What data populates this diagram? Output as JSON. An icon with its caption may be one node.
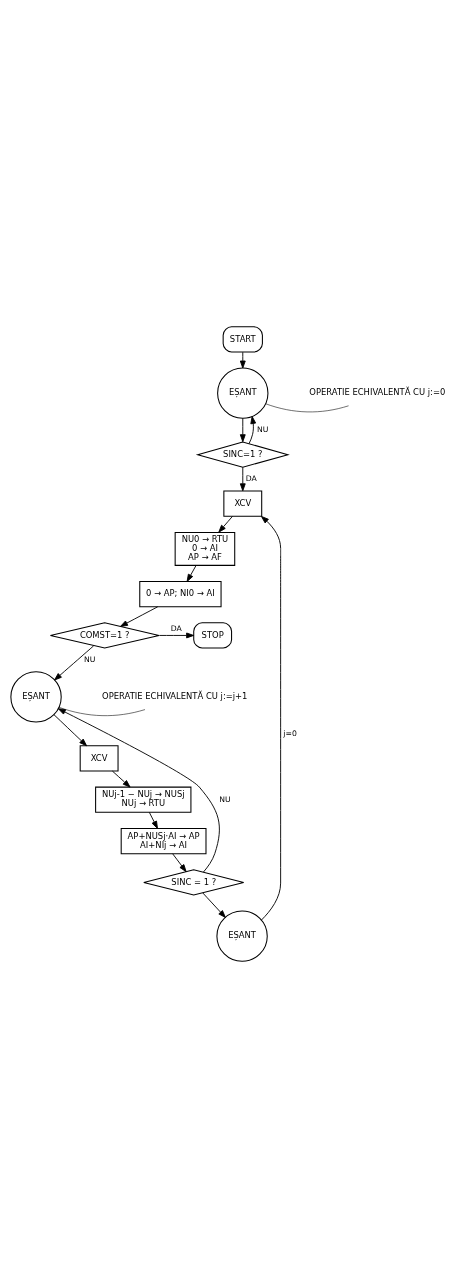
{
  "diagram": {
    "nodes": [
      {
        "text": [
          "START"
        ]
      },
      {
        "text": [
          "EȘANT"
        ]
      },
      {
        "text": [
          "SINC=1 ?"
        ]
      },
      {
        "text": [
          "XCV"
        ]
      },
      {
        "text": [
          "NU0 → RTU",
          "0 → AI",
          "AP → AF"
        ]
      },
      {
        "text": [
          "0 → AP; NI0 → AI"
        ]
      },
      {
        "text": [
          "COMST=1 ?"
        ]
      },
      {
        "text": [
          "STOP"
        ]
      },
      {
        "text": [
          "EȘANT"
        ]
      },
      {
        "text": [
          "XCV"
        ]
      },
      {
        "text": [
          "NUj-1 − NUj → NUSj",
          "NUj → RTU"
        ]
      },
      {
        "text": [
          "AP+NUSj·AI → AP",
          "AI+NIj → AI"
        ]
      },
      {
        "text": [
          "SINC = 1 ?"
        ]
      },
      {
        "text": [
          "EȘANT"
        ]
      },
      {
        "text": [
          "OPERATIE ECHIVALENTĂ CU j:=0"
        ]
      },
      {
        "text": [
          "OPERATIE ECHIVALENTĂ CU j:=j+1"
        ]
      }
    ],
    "edges": [
      {
        "from": 0,
        "to": 1,
        "arrow": "to"
      },
      {
        "from": 1,
        "to": 2,
        "arrow": "to"
      },
      {
        "from": 2,
        "to": 1,
        "arrow": "to",
        "label": "NU"
      },
      {
        "from": 2,
        "to": 3,
        "arrow": "to",
        "label": "DA"
      },
      {
        "from": 3,
        "to": 4,
        "arrow": "to"
      },
      {
        "from": 4,
        "to": 5,
        "arrow": "to"
      },
      {
        "from": 5,
        "to": 6,
        "arrow": "to"
      },
      {
        "from": 6,
        "to": 7,
        "arrow": "to",
        "label": "DA"
      },
      {
        "from": 6,
        "to": 8,
        "arrow": "to",
        "label": "NU"
      },
      {
        "from": 8,
        "to": 9,
        "arrow": "to"
      },
      {
        "from": 9,
        "to": 10,
        "arrow": "to"
      },
      {
        "from": 10,
        "to": 11,
        "arrow": "to"
      },
      {
        "from": 11,
        "to": 12,
        "arrow": "to"
      },
      {
        "from": 12,
        "to": 8,
        "arrow": "to",
        "label": "NU"
      },
      {
        "from": 12,
        "to": 13,
        "arrow": "to"
      },
      {
        "from": 13,
        "to": 3,
        "arrow": "to",
        "label": "j=0"
      },
      {
        "from": 14,
        "to": 1,
        "arrow": "none"
      },
      {
        "from": 15,
        "to": 8,
        "arrow": "none"
      }
    ]
  }
}
